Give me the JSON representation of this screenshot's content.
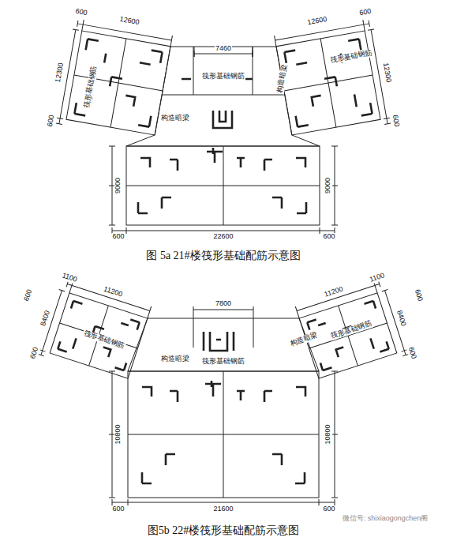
{
  "diagram": {
    "labels": [
      "600",
      "12600",
      "12300",
      "600",
      "7460",
      "12600",
      "600",
      "12300",
      "600",
      "筏形基础钢筋",
      "构造暗梁",
      "筏形基础钢筋",
      "构造暗梁",
      "筏形基础钢筋",
      "9000",
      "9000",
      "600",
      "22600",
      "600",
      "图 5a 21#楼筏形基础配筋示意图",
      "1100",
      "600",
      "11200",
      "8400",
      "600",
      "7800",
      "筏形基础钢筋",
      "构造暗梁",
      "筏形基础钢筋",
      "构造暗梁",
      "筏形基础钢筋",
      "11200",
      "1100",
      "600",
      "8400",
      "600",
      "10800",
      "10800",
      "600",
      "21600",
      "600",
      "图5b 22#楼筏形基础配筋示意图",
      "微信号: shixiaogongchen阁"
    ]
  }
}
